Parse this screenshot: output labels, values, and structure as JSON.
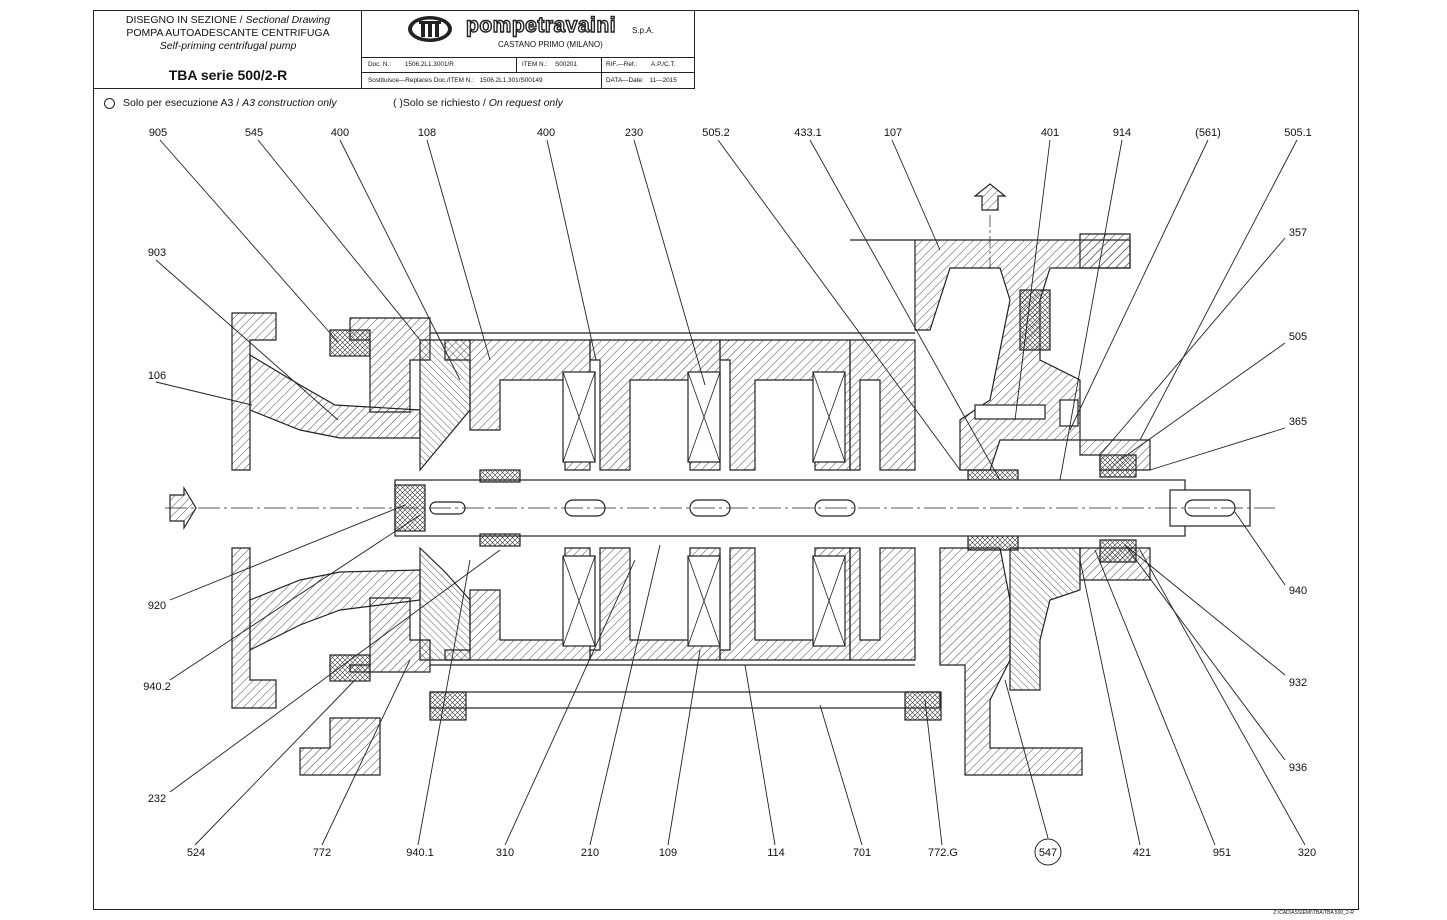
{
  "title_block": {
    "line1": "DISEGNO IN SEZIONE",
    "line1_en": "Sectional Drawing",
    "line2": "POMPA AUTOADESCANTE CENTRIFUGA",
    "line2_en": "Self-priming centrifugal pump",
    "model": "TBA serie 500/2-R",
    "brand": "pompetravaini",
    "company_suffix": "S.p.A.",
    "location": "CASTANO PRIMO  (MILANO)",
    "doc_label": "Doc. N.:",
    "doc_value": "1506.2L1.3001/R",
    "item_label": "ITEM N.:",
    "item_value": "S00201",
    "ref_label": "RIF.—Ref.:",
    "ref_value": "A.P./C.T.",
    "replaces_label": "Sostituisce—Replaces Doc./ITEM N.:",
    "replaces_value": "1506.2L1.301/S00149",
    "date_label": "DATA—Date:",
    "date_value": "11—2015"
  },
  "notes": {
    "a3_it": "Solo per esecuzione A3",
    "a3_en": "A3 construction only",
    "req_it": "( )Solo se richiesto",
    "req_en": "On request only"
  },
  "top_labels": [
    "905",
    "545",
    "400",
    "108",
    "400",
    "230",
    "505.2",
    "433.1",
    "107",
    "401",
    "914",
    "(561)",
    "505.1"
  ],
  "left_labels": [
    "903",
    "106",
    "920",
    "940.2",
    "232"
  ],
  "right_labels": [
    "357",
    "505",
    "365",
    "940",
    "932",
    "936"
  ],
  "bottom_labels": [
    "524",
    "772",
    "940.1",
    "310",
    "210",
    "109",
    "114",
    "701",
    "772.G",
    "547",
    "421",
    "951",
    "320"
  ],
  "footer_path": "Z:\\CAD\\ASSIEMI\\TBA\\TBA 500_2-R"
}
